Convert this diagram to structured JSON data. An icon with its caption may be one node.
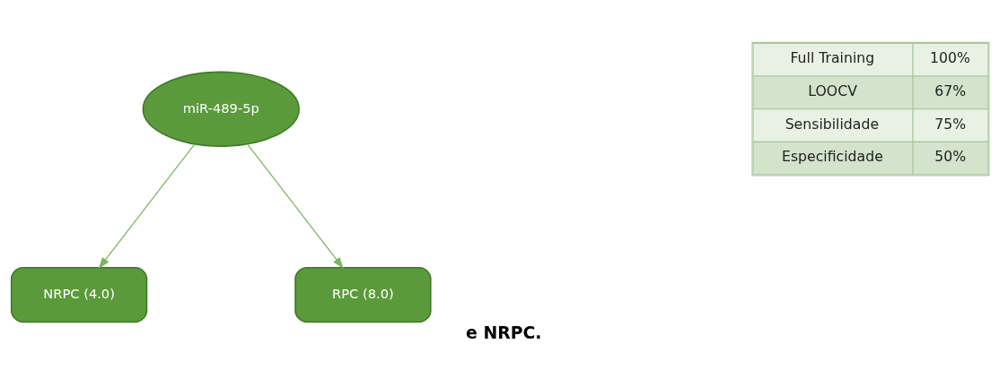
{
  "diagram": {
    "caption": "e NRPC.",
    "nodes": [
      {
        "text": [
          "miR-489-5p"
        ]
      },
      {
        "text": [
          "NRPC (4.0)"
        ]
      },
      {
        "text": [
          "RPC (8.0)"
        ]
      }
    ],
    "edges": [
      {
        "from": 0,
        "to": 1,
        "arrow": "to"
      },
      {
        "from": 0,
        "to": 2,
        "arrow": "to"
      }
    ],
    "labels": [
      "Full Training",
      "100%",
      "LOOCV",
      "67%",
      "Sensibilidade",
      "75%",
      "Especificidade",
      "50%"
    ]
  }
}
